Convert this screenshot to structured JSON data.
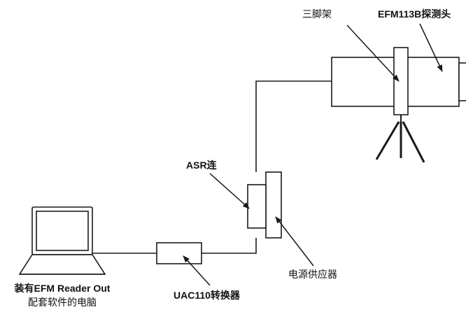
{
  "labels": {
    "tripod": "三脚架",
    "probe": "EFM113B探测头",
    "asr": "ASR连",
    "power_supply": "电源供应器",
    "converter": "UAC110转换器",
    "computer_line1": "装有EFM Reader Out",
    "computer_line2": "配套软件的电脑"
  },
  "colors": {
    "line": "#1a1a1a",
    "background": "#ffffff"
  }
}
